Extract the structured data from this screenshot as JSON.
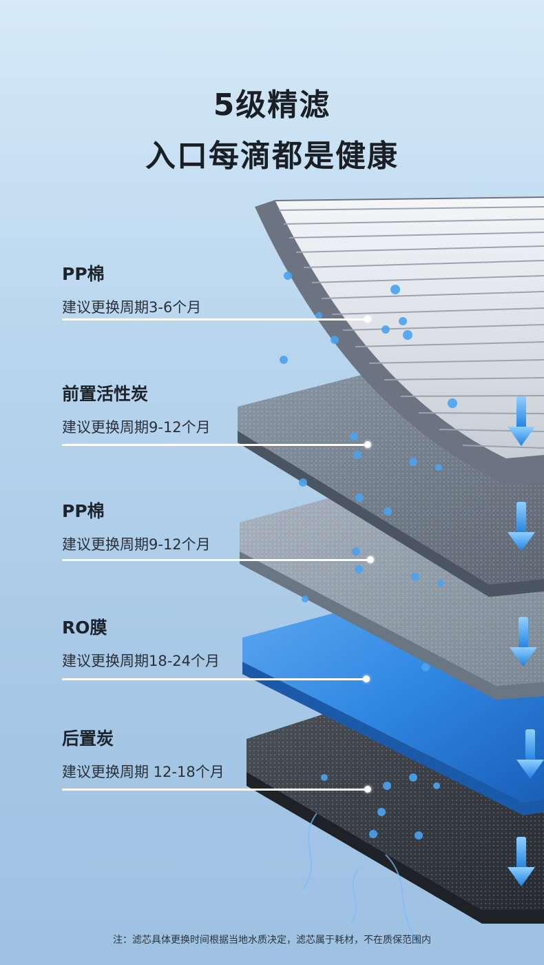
{
  "header": {
    "line1": "5级精滤",
    "line2": "入口每滴都是健康"
  },
  "layers": [
    {
      "name": "PP棉",
      "desc": "建议更换周期3-6个月"
    },
    {
      "name": "前置活性炭",
      "desc": "建议更换周期9-12个月"
    },
    {
      "name": "PP棉",
      "desc": "建议更换周期9-12个月"
    },
    {
      "name": "RO膜",
      "desc": "建议更换周期18-24个月"
    },
    {
      "name": "后置炭",
      "desc": "建议更换周期 12-18个月"
    }
  ],
  "footnote": "注：滤芯具体更换时间根据当地水质决定，滤芯属于耗材，不在质保范围内",
  "colors": {
    "arrow": "#2e8fe6",
    "ro_membrane": "#2f86e0",
    "carbon": "#3a3f46"
  }
}
